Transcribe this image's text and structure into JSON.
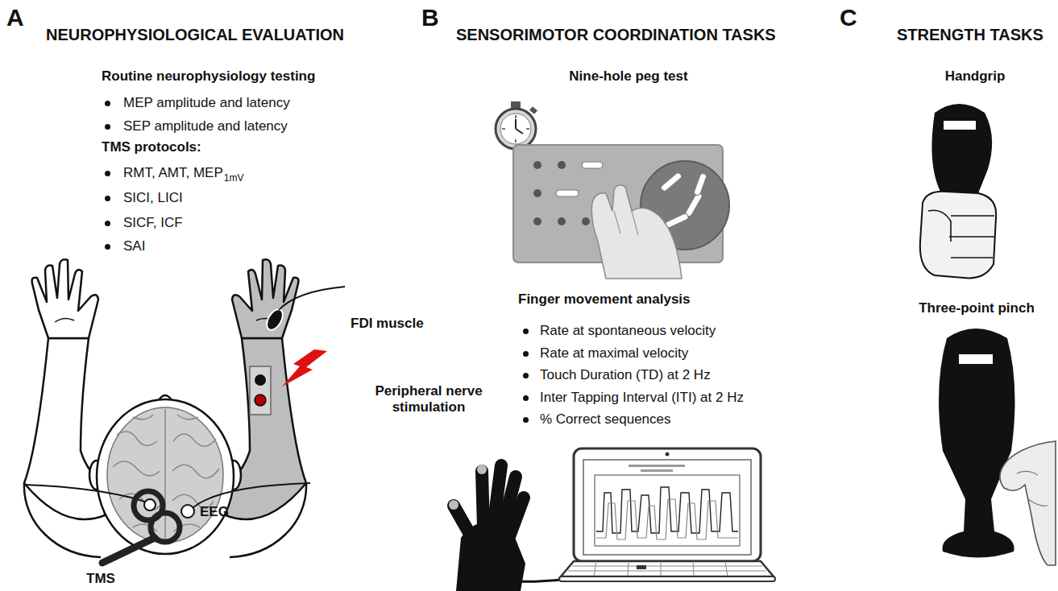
{
  "diagram": {
    "labels": [
      "A",
      "NEUROPHYSIOLOGICAL EVALUATION",
      "B",
      "SENSORIMOTOR COORDINATION TASKS",
      "C",
      "STRENGTH TASKS",
      "Routine neurophysiology testing",
      "MEP amplitude and latency",
      "SEP amplitude and latency",
      "TMS protocols:",
      "RMT, AMT, MEP",
      "1mV",
      "SICI, LICI",
      "SICF, ICF",
      "SAI",
      "FDI muscle",
      "Peripheral nerve stimulation",
      "EEG",
      "TMS",
      "Nine-hole peg test",
      "Finger movement analysis",
      "Rate at spontaneous velocity",
      "Rate at maximal velocity",
      "Touch Duration (TD) at 2 Hz",
      "Inter Tapping Interval (ITI) at 2 Hz",
      "% Correct sequences",
      "Handgrip",
      "Three-point pinch"
    ]
  }
}
